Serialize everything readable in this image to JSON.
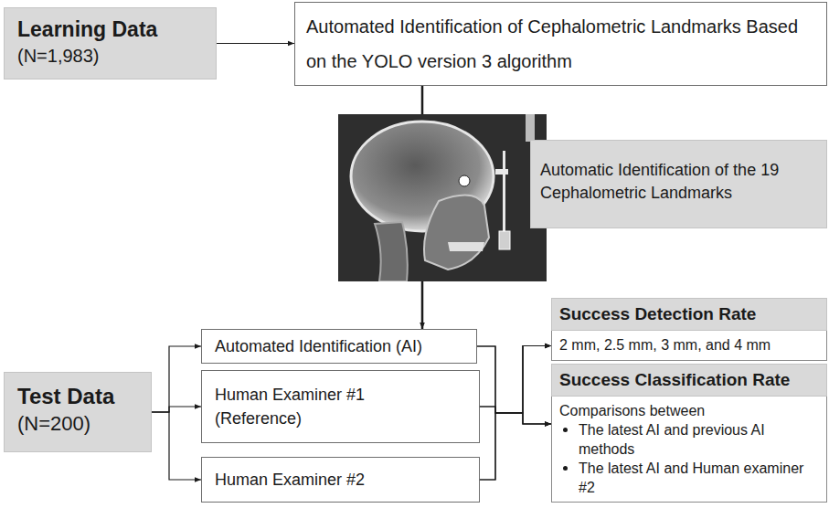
{
  "diagram": {
    "nodes": [
      {
        "text": [
          "Learning Data",
          "(N=1,983)"
        ]
      },
      {
        "text": [
          "Automated Identification of Cephalometric Landmarks Based on the YOLO version 3 algorithm"
        ]
      },
      {
        "text": [
          "Automatic Identification of the 19 Cephalometric Landmarks"
        ]
      },
      {
        "text": [
          "Test Data",
          "(N=200)"
        ]
      },
      {
        "text": [
          "Automated Identification (AI)"
        ]
      },
      {
        "text": [
          "Human Examiner #1 (Reference)"
        ]
      },
      {
        "text": [
          "Human Examiner #2"
        ]
      },
      {
        "text": [
          "Success Detection Rate",
          "2 mm, 2.5 mm, 3 mm, and 4 mm"
        ]
      },
      {
        "text": [
          "Success Classification Rate",
          "Comparisons between",
          "The latest AI and previous AI methods",
          "The latest AI and Human examiner #2"
        ]
      }
    ],
    "edges": [
      {
        "from": 0,
        "to": 1,
        "arrow": "to"
      },
      {
        "from": 1,
        "to": 4,
        "arrow": "to"
      },
      {
        "from": 3,
        "to": 4,
        "arrow": "to"
      },
      {
        "from": 3,
        "to": 5,
        "arrow": "to"
      },
      {
        "from": 3,
        "to": 6,
        "arrow": "to"
      },
      {
        "from": 4,
        "to": 7,
        "arrow": "to"
      },
      {
        "from": 4,
        "to": 8,
        "arrow": "to"
      },
      {
        "from": 5,
        "to": 7,
        "arrow": "to"
      },
      {
        "from": 5,
        "to": 8,
        "arrow": "to"
      },
      {
        "from": 6,
        "to": 7,
        "arrow": "to"
      },
      {
        "from": 6,
        "to": 8,
        "arrow": "to"
      }
    ]
  }
}
